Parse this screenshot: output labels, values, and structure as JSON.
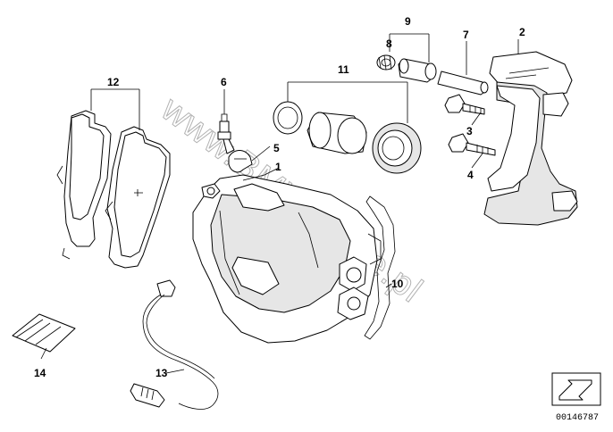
{
  "watermark": "www.BMW-store.pl",
  "diagram_id": "00146787",
  "colors": {
    "line": "#000000",
    "watermark": "#b3b3b3",
    "background": "#ffffff"
  },
  "callouts": {
    "c1": "1",
    "c2": "2",
    "c3": "3",
    "c4": "4",
    "c5": "5",
    "c6": "6",
    "c7": "7",
    "c8": "8",
    "c9": "9",
    "c10": "10",
    "c11": "11",
    "c12": "12",
    "c13": "13",
    "c14": "14"
  }
}
